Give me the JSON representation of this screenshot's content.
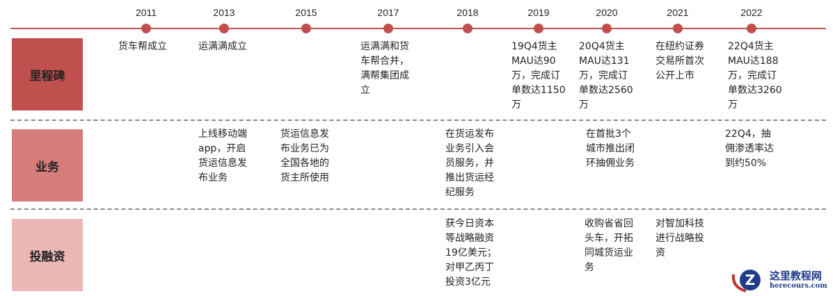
{
  "years": [
    "2011",
    "2013",
    "2015",
    "2017",
    "2018",
    "2019",
    "2020",
    "2021",
    "2022"
  ],
  "rows": [
    {
      "label": "里程碑",
      "color": "#c0504d",
      "items": [
        {
          "year": "2011",
          "text": "货车帮成立"
        },
        {
          "year": "2013",
          "text": "运满满成立"
        },
        {
          "year": "2017",
          "text": "运满满和货\n车帮合并，\n满帮集团成\n立"
        },
        {
          "year": "2019",
          "text": "19Q4货主\nMAU达90\n万，完成订\n单数达1150\n万"
        },
        {
          "year": "2020",
          "text": "20Q4货主\nMAU达131\n万，完成订\n单数达2560\n万"
        },
        {
          "year": "2021",
          "text": "在纽约证券\n交易所首次\n公开上市"
        },
        {
          "year": "2022",
          "text": "22Q4货主\nMAU达188\n万，完成订\n单数达3260\n万"
        }
      ]
    },
    {
      "label": "业务",
      "color": "#d67c79",
      "items": [
        {
          "year": "2013",
          "text": "上线移动端\napp，开启\n货运信息发\n布业务"
        },
        {
          "year": "2015",
          "text": "货运信息发\n布业务已为\n全国各地的\n货主所使用"
        },
        {
          "year": "2018",
          "text": "在货运发布\n业务引入会\n员服务，并\n推出货运经\n纪服务"
        },
        {
          "year": "2020",
          "text": "在首批3个\n城市推出闭\n环抽佣业务"
        },
        {
          "year": "2022",
          "text": "22Q4，抽\n佣渗透率达\n到约50%"
        }
      ]
    },
    {
      "label": "投融资",
      "color": "#ebb8b6",
      "items": [
        {
          "year": "2018",
          "text": "获今日资本\n等战略融资\n19亿美元；\n对甲乙丙丁\n投资3亿元"
        },
        {
          "year": "2020",
          "text": "收购省省回\n头车，开拓\n同城货运业\n务"
        },
        {
          "year": "2021",
          "text": "对智加科技\n进行战略投\n资"
        }
      ]
    }
  ],
  "watermark": {
    "title": "这里教程网",
    "url": "herecours.com"
  }
}
